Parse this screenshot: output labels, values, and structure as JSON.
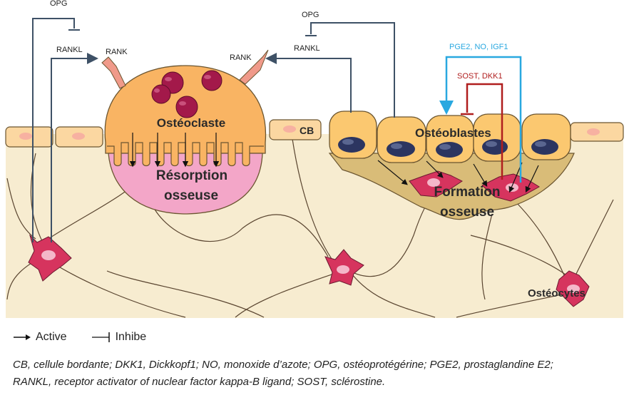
{
  "labels": {
    "opg_left": "OPG",
    "rankl_left": "RANKL",
    "rank_left": "RANK",
    "opg_right": "OPG",
    "rank_right": "RANK",
    "rankl_right": "RANKL",
    "osteoclaste": "Ostéoclaste",
    "resorption_1": "Résorption",
    "resorption_2": "osseuse",
    "cb": "CB",
    "osteoblastes": "Ostéoblastes",
    "formation_1": "Formation",
    "formation_2": "osseuse",
    "osteocytes": "Ostéocytes",
    "pge2_no_igf1": "PGE2, NO, IGF1",
    "sost_dkk1": "SOST, DKK1"
  },
  "colors": {
    "bone_matrix": "#f7ecd0",
    "osteoclast_body": "#f9b463",
    "resorption_pit": "#f3a6c8",
    "osteoblast_body": "#fbc870",
    "osteoblast_nucleus": "#2c3560",
    "formation_zone": "#d9bc78",
    "osteocyte": "#d6345e",
    "signal_arrow": "#3e5166",
    "pge2_arrow": "#29a8e0",
    "sost_arrow": "#b01e1e"
  },
  "legend": {
    "active": "Active",
    "inhibe": "Inhibe"
  },
  "caption": {
    "line1": "CB, cellule bordante; DKK1, Dickkopf1; NO, monoxide d’azote; OPG, ostéoprotégérine; PGE2, prostaglandine E2;",
    "line2": "RANKL, receptor activator of nuclear factor kappa-B ligand; SOST, sclérostine."
  }
}
